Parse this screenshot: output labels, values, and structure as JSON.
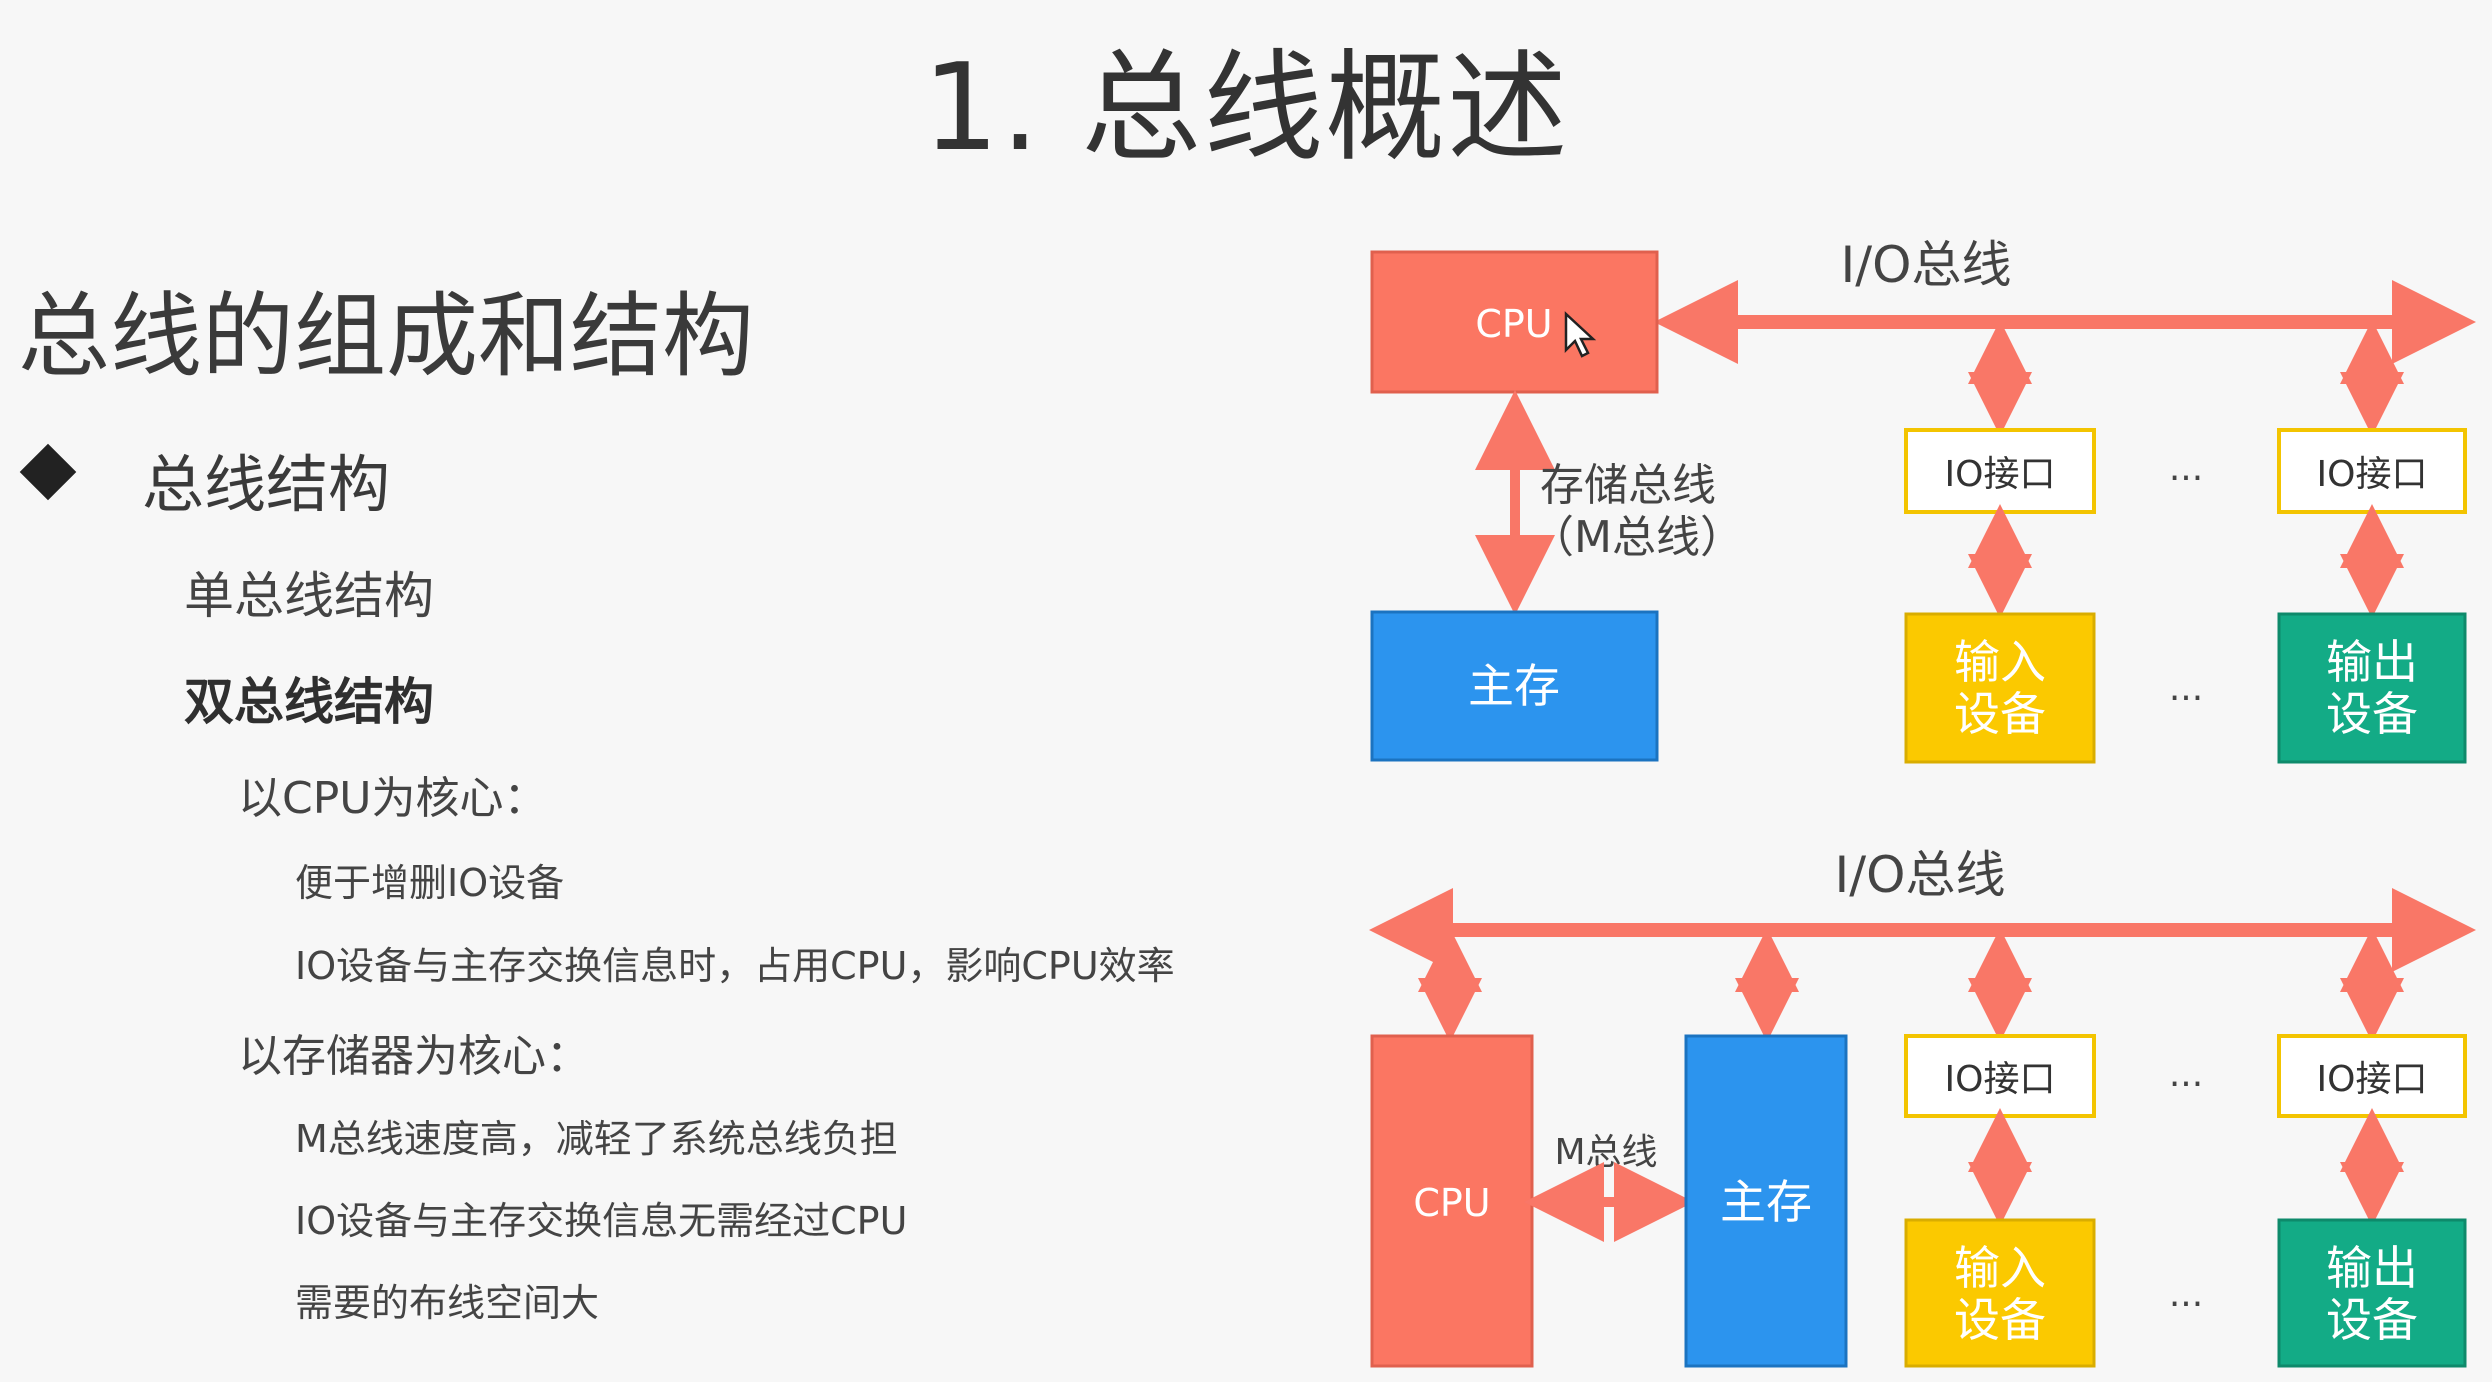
{
  "title": "1. 总线概述",
  "section_title": "总线的组成和结构",
  "bullet_heading": "总线结构",
  "items": {
    "single_bus": "单总线结构",
    "dual_bus": "双总线结构",
    "cpu_core": "以CPU为核心：",
    "cpu_core_points": [
      "便于增删IO设备",
      "IO设备与主存交换信息时，占用CPU，影响CPU效率"
    ],
    "mem_core": "以存储器为核心：",
    "mem_core_points": [
      "M总线速度高，减轻了系统总线负担",
      "IO设备与主存交换信息无需经过CPU",
      "需要的布线空间大"
    ]
  },
  "diagram_top": {
    "io_bus_label": "I/O总线",
    "cpu": "CPU",
    "memory": "主存",
    "mem_bus_label_1": "存储总线",
    "mem_bus_label_2": "（M总线）",
    "io_port": "IO接口",
    "ellipsis": "...",
    "input_line1": "输入",
    "input_line2": "设备",
    "output_line1": "输出",
    "output_line2": "设备"
  },
  "diagram_bottom": {
    "io_bus_label": "I/O总线",
    "cpu": "CPU",
    "memory": "主存",
    "m_bus_label": "M总线",
    "io_port": "IO接口",
    "ellipsis": "...",
    "input_line1": "输入",
    "input_line2": "设备",
    "output_line1": "输出",
    "output_line2": "设备"
  },
  "colors": {
    "cpu": "#fb7662",
    "memory": "#2c94ee",
    "input": "#fbc900",
    "output": "#13ab86",
    "arrow": "#f97767",
    "port_border": "#f3c400"
  },
  "icons": {
    "cursor": "mouse-pointer-icon"
  }
}
